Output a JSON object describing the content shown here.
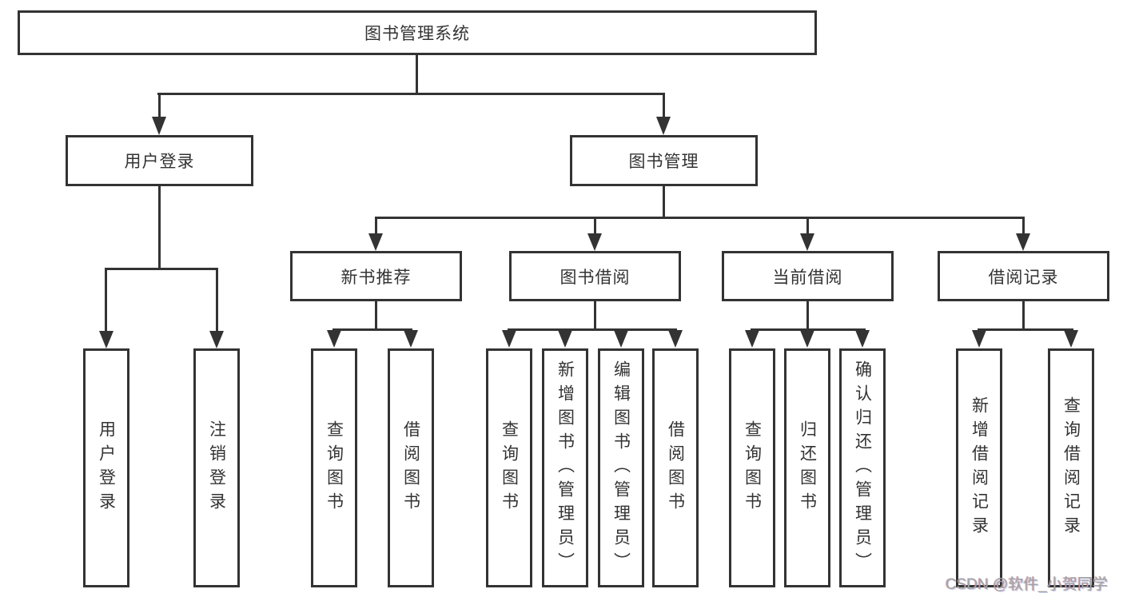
{
  "diagram": {
    "root": {
      "label": "图书管理系统",
      "children": [
        {
          "label": "用户登录",
          "children": [
            {
              "label": "用户登录"
            },
            {
              "label": "注销登录"
            }
          ]
        },
        {
          "label": "图书管理",
          "children": [
            {
              "label": "新书推荐",
              "children": [
                {
                  "label": "查询图书"
                },
                {
                  "label": "借阅图书"
                }
              ]
            },
            {
              "label": "图书借阅",
              "children": [
                {
                  "label": "查询图书"
                },
                {
                  "label": "新增图书（管理员）"
                },
                {
                  "label": "编辑图书（管理员）"
                },
                {
                  "label": "借阅图书"
                }
              ]
            },
            {
              "label": "当前借阅",
              "children": [
                {
                  "label": "查询图书"
                },
                {
                  "label": "归还图书"
                },
                {
                  "label": "确认归还（管理员）"
                }
              ]
            },
            {
              "label": "借阅记录",
              "children": [
                {
                  "label": "新增借阅记录"
                },
                {
                  "label": "查询借阅记录"
                }
              ]
            }
          ]
        }
      ]
    },
    "watermark": "CSDN @软件_小贺同学",
    "colors": {
      "line": "#333333",
      "box_border": "#333333",
      "text": "#333333",
      "background": "#ffffff",
      "watermark": "#a3a3a3"
    }
  }
}
